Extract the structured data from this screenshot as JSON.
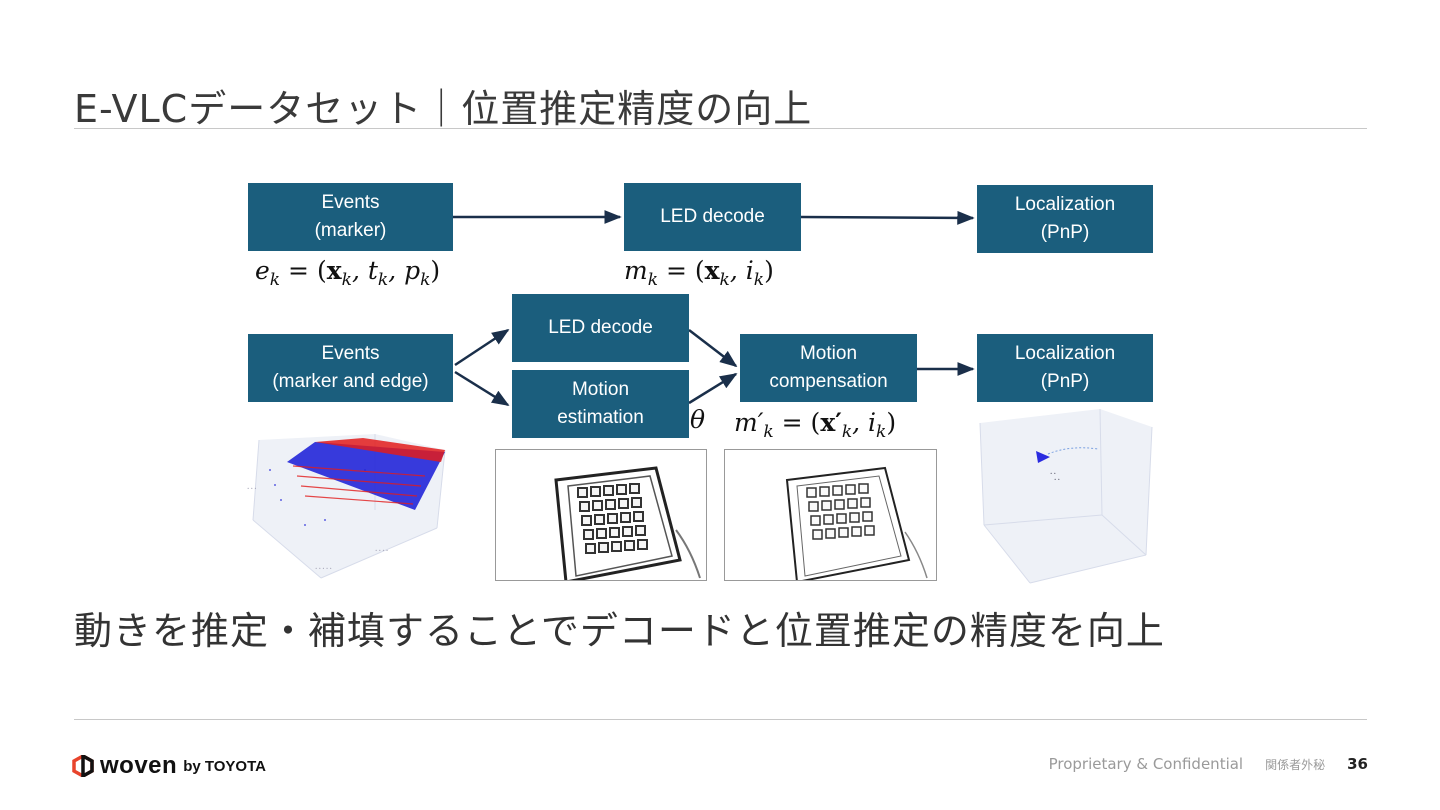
{
  "slide": {
    "title": "E-VLCデータセット｜位置推定精度の向上",
    "caption": "動きを推定・補填することでデコードと位置推定の精度を向上"
  },
  "colors": {
    "box": "#1b5e7d",
    "arrow": "#1a2f4a",
    "rule": "#c8c8c8"
  },
  "top_row": {
    "events": {
      "line1": "Events",
      "line2": "(marker)"
    },
    "led_decode": "LED decode",
    "localization": {
      "line1": "Localization",
      "line2": "(PnP)"
    },
    "eq_events": {
      "lhs": "e",
      "lhs_sub": "k",
      "eq": " = (",
      "x": "x",
      "x_sub": "k",
      "t": ", t",
      "t_sub": "k",
      "p": ", p",
      "p_sub": "k",
      "close": ")"
    },
    "eq_decode": {
      "lhs": "m",
      "lhs_sub": "k",
      "eq": " = (",
      "x": "x",
      "x_sub": "k",
      "i": ", i",
      "i_sub": "k",
      "close": ")"
    }
  },
  "bottom_row": {
    "events": {
      "line1": "Events",
      "line2": "(marker and edge)"
    },
    "led_decode": "LED decode",
    "motion_estimation": {
      "line1": "Motion",
      "line2": "estimation"
    },
    "motion_compensation": {
      "line1": "Motion",
      "line2": "compensation"
    },
    "localization": {
      "line1": "Localization",
      "line2": "(PnP)"
    },
    "theta": "θ",
    "eq_comp": {
      "lhs": "m′",
      "lhs_sub": "k",
      "eq": " = (",
      "x": "x′",
      "x_sub": "k",
      "i": ", i",
      "i_sub": "k",
      "close": ")"
    }
  },
  "footer": {
    "logo_word": "woven",
    "logo_by": "by TOYOTA",
    "confidential": "Proprietary & Confidential",
    "jp_confidential": "関係者外秘",
    "page": "36"
  }
}
